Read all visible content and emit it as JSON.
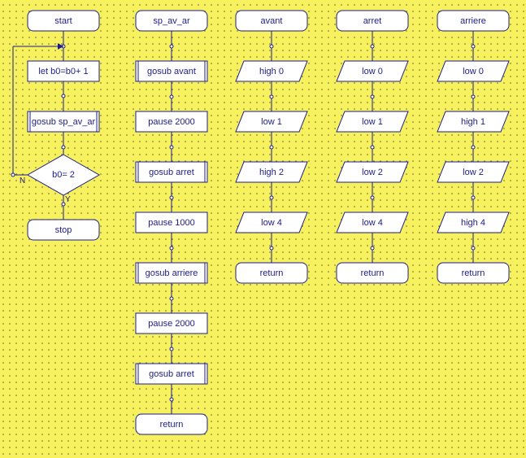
{
  "colors": {
    "stroke": "#1c1c8c",
    "fill": "#ffffff",
    "background": "#f7f15e",
    "text": "#1c1c8c"
  },
  "main": {
    "start": "start",
    "let": "let b0=b0+ 1",
    "gosub": "gosub sp_av_ar",
    "decision": "b0= 2",
    "no": "N",
    "yes": "Y",
    "stop": "stop"
  },
  "sp_av_ar": {
    "title": "sp_av_ar",
    "steps": [
      "gosub avant",
      "pause 2000",
      "gosub arret",
      "pause 1000",
      "gosub arriere",
      "pause 2000",
      "gosub arret"
    ],
    "end": "return"
  },
  "avant": {
    "title": "avant",
    "steps": [
      "high 0",
      "low 1",
      "high 2",
      "low 4"
    ],
    "end": "return"
  },
  "arret": {
    "title": "arret",
    "steps": [
      "low 0",
      "low 1",
      "low 2",
      "low 4"
    ],
    "end": "return"
  },
  "arriere": {
    "title": "arriere",
    "steps": [
      "low 0",
      "high 1",
      "low 2",
      "high 4"
    ],
    "end": "return"
  }
}
